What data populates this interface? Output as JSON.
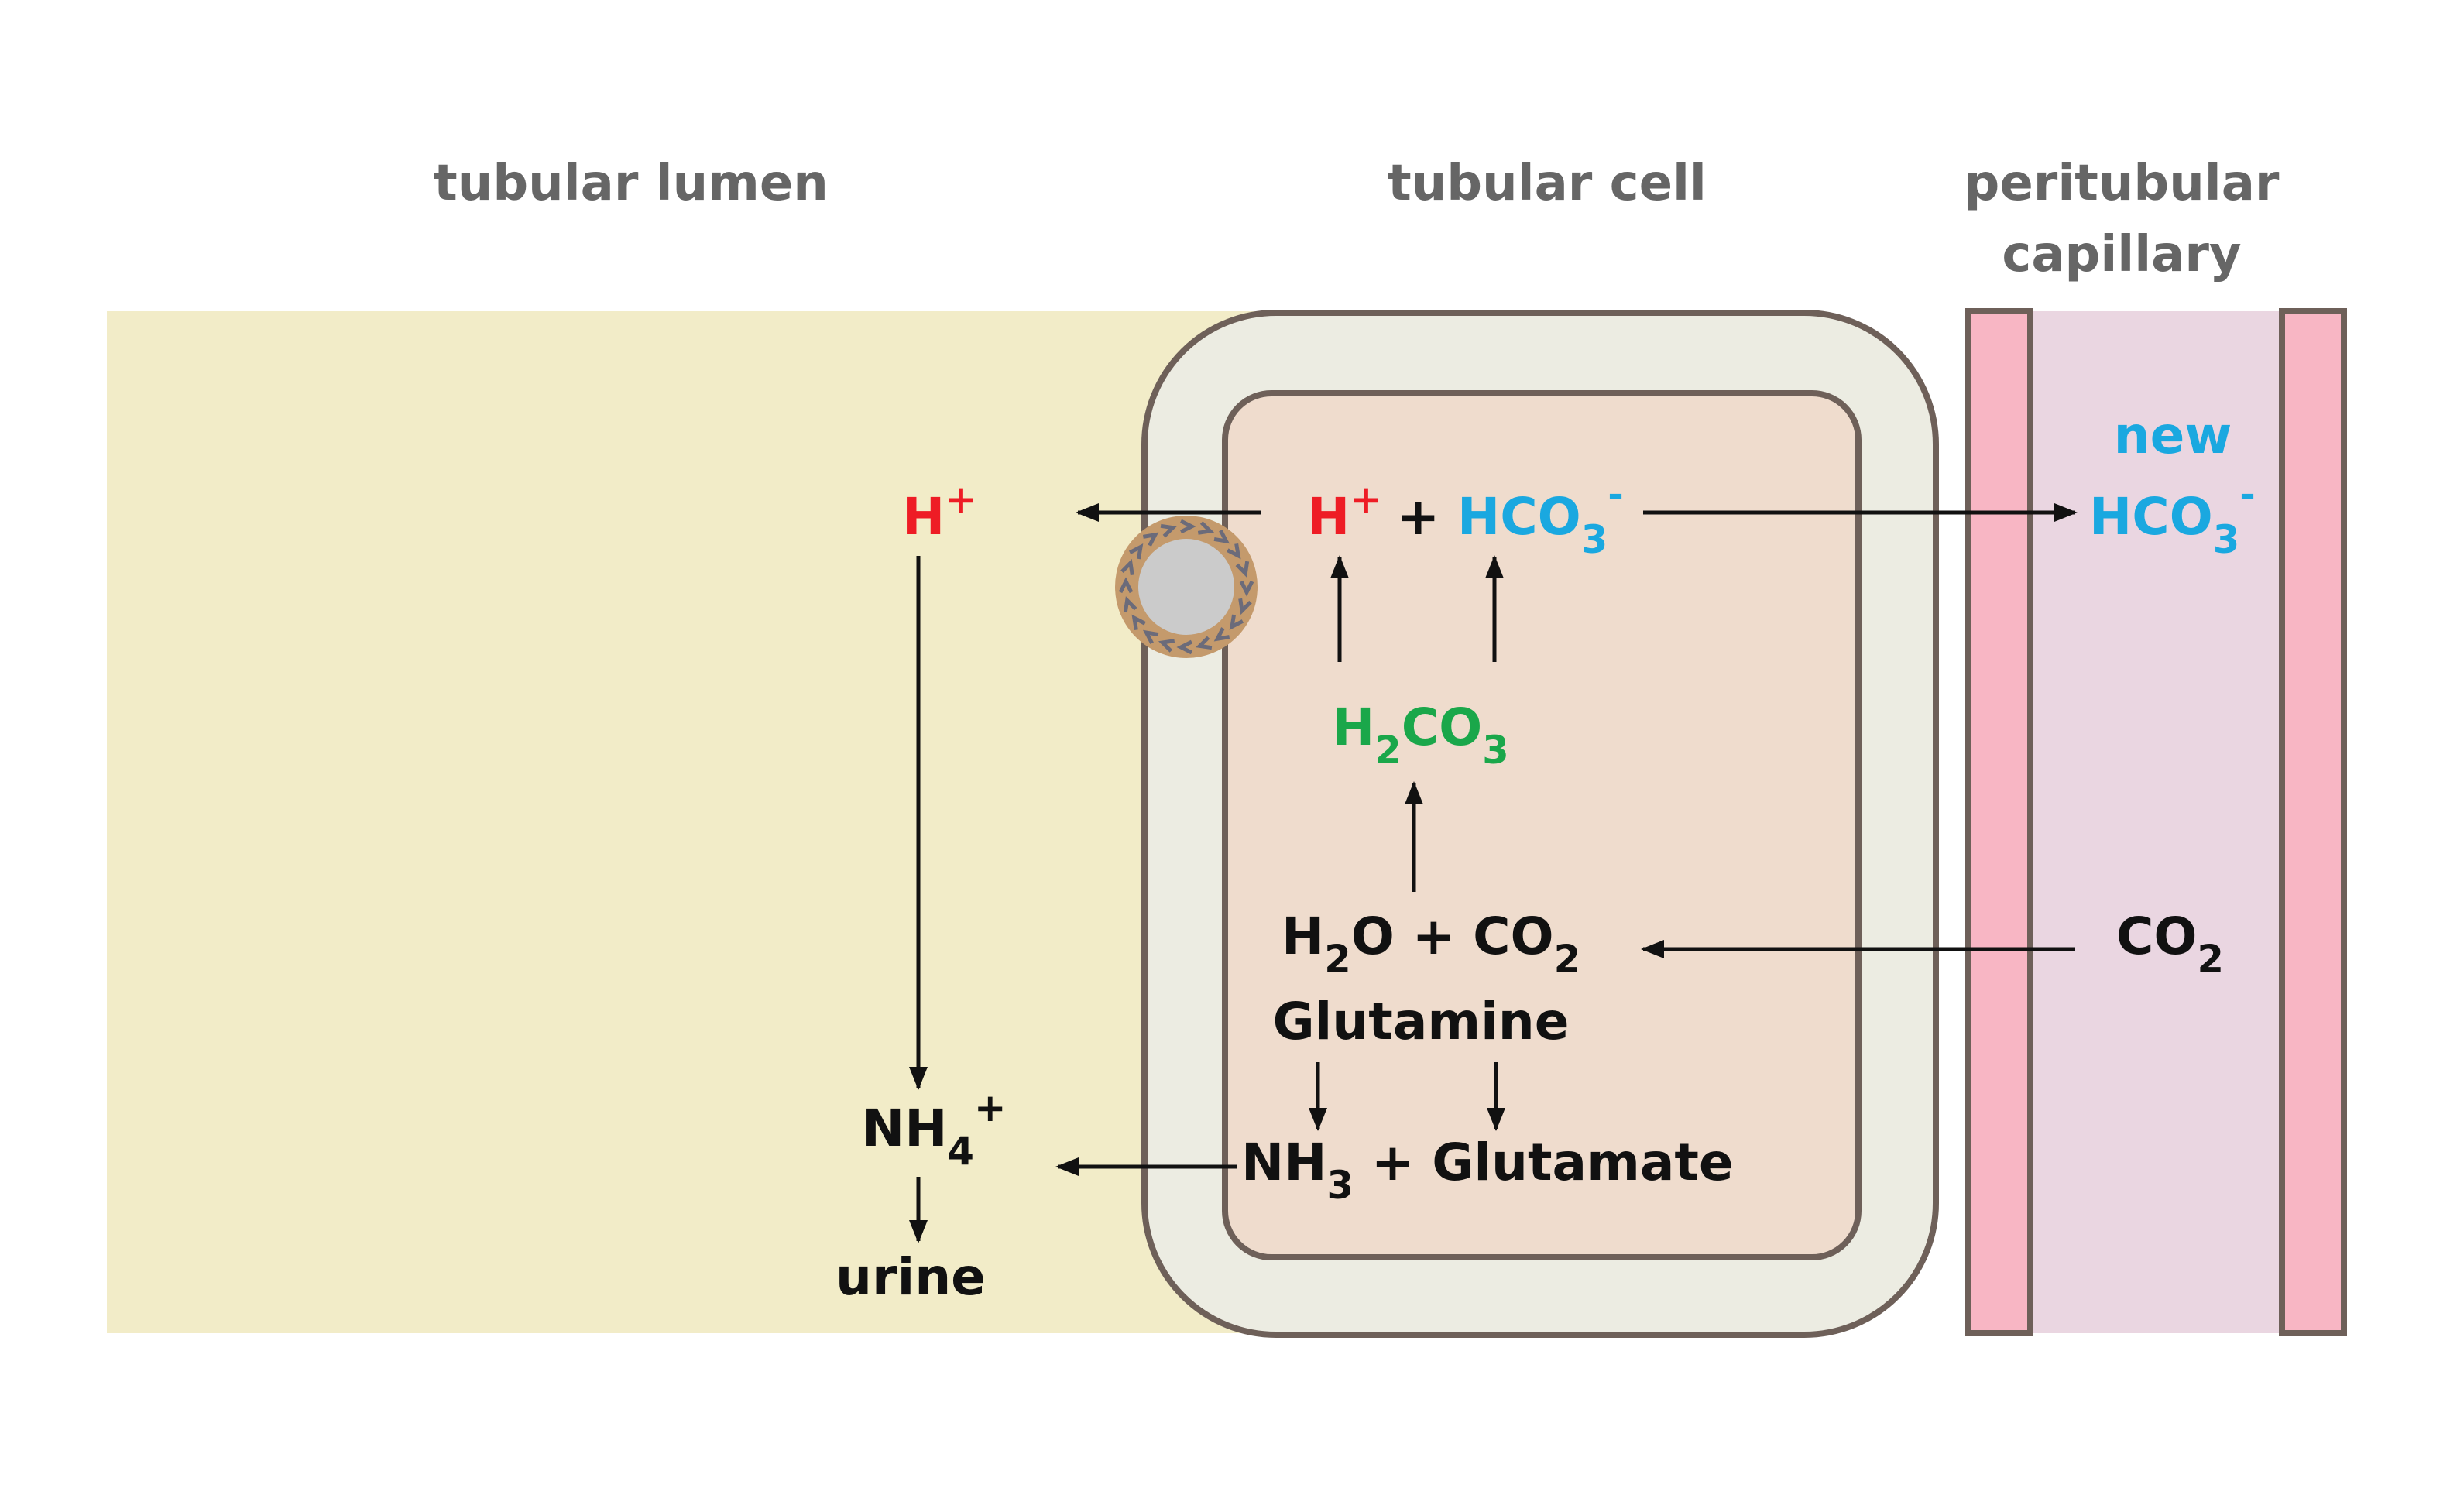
{
  "headers": {
    "lumen": "tubular lumen",
    "cell": "tubular cell",
    "capillary_line1": "peritubular",
    "capillary_line2": "capillary"
  },
  "species": {
    "h_lumen": {
      "base": "H",
      "sup": "+"
    },
    "h_cell": {
      "base": "H",
      "sup": "+"
    },
    "plus": "+",
    "hco3_cell": {
      "base": "HCO",
      "sub": "3",
      "sup": "-"
    },
    "new_label": "new",
    "hco3_new": {
      "base": "HCO",
      "sub": "3",
      "sup": "-"
    },
    "h2co3": {
      "a": "H",
      "sub1": "2",
      "b": "CO",
      "sub2": "3"
    },
    "h2o_co2": {
      "a": "H",
      "sub1": "2",
      "b": "O + CO",
      "sub2": "2"
    },
    "glutamine": "Glutamine",
    "nh3_glutamate": {
      "a": "NH",
      "sub": "3",
      "b": " + Glutamate"
    },
    "co2_cap": {
      "a": "CO",
      "sub": "2"
    },
    "nh4": {
      "a": "NH",
      "sub": "4",
      "sup": "+"
    },
    "urine": "urine"
  },
  "colors": {
    "red": "#ee1c25",
    "blue": "#1aa8e0",
    "green": "#1aa74a",
    "black": "#111111",
    "header_gray": "#666666",
    "lumen_fill": "#f2ecc8",
    "cell_outer": "#ececE2",
    "cell_inner": "#efdccd",
    "cell_border": "#6e6059",
    "capillary_wall": "#f8b6c4",
    "capillary_fill": "#ead6e1",
    "transporter_ring": "#c49a6c",
    "transporter_core": "#cbcbcb"
  }
}
